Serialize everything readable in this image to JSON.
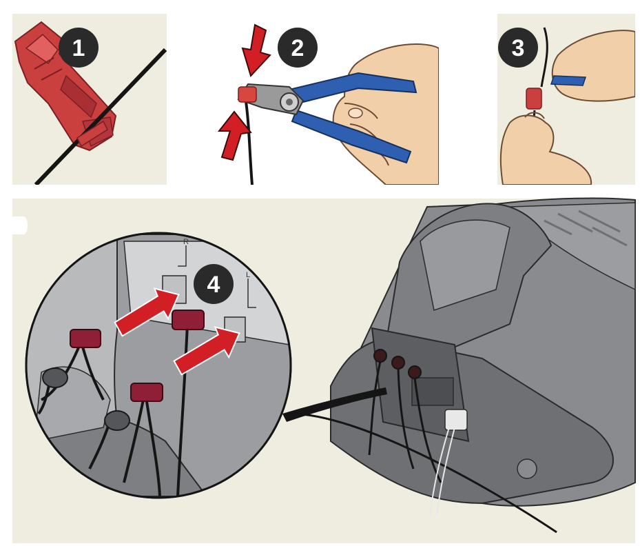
{
  "colors": {
    "background": "#eeede0",
    "badge": "#2a2a2a",
    "connector_red": "#c9403f",
    "connector_dark_red": "#8e1f36",
    "arrow_red": "#d21f26",
    "plier_blue": "#2f5fb0",
    "skin": "#f1cfa8",
    "housing_gray": "#7e7f82",
    "housing_dark": "#5d5e61",
    "wire_black": "#151515"
  },
  "steps": [
    {
      "number": "1",
      "icon": "scotchlok-connector-icon"
    },
    {
      "number": "2",
      "icon": "pliers-crimp-icon"
    },
    {
      "number": "3",
      "icon": "hand-connect-wire-icon"
    },
    {
      "number": "4",
      "icon": "insert-connector-icon"
    }
  ],
  "detail": {
    "label_r": "R",
    "label_l": "L"
  }
}
